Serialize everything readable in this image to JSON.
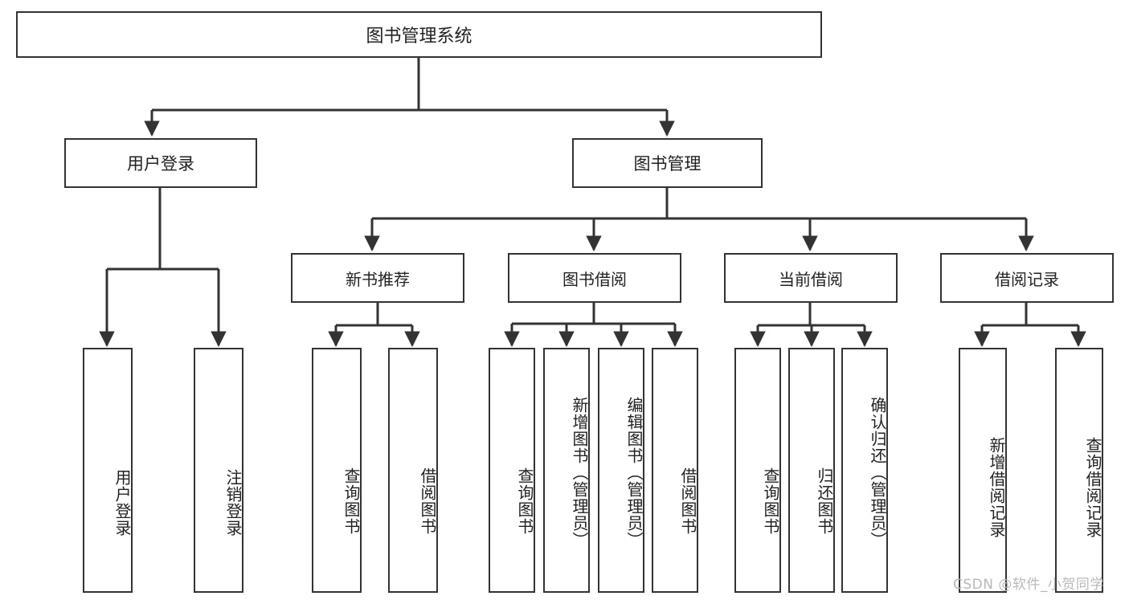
{
  "diagram": {
    "title": "图书管理系统",
    "type": "tree-hierarchy-diagram",
    "watermark": "CSDN @软件_小贺同学",
    "colors": {
      "border": "#333333",
      "background": "#ffffff",
      "text": "#222222",
      "connector": "#333333",
      "watermark": "#b9b9b9"
    },
    "nodes": {
      "root": {
        "label": "图书管理系统"
      },
      "level2": [
        {
          "label": "用户登录"
        },
        {
          "label": "图书管理"
        }
      ],
      "level3": [
        {
          "label": "新书推荐"
        },
        {
          "label": "图书借阅"
        },
        {
          "label": "当前借阅"
        },
        {
          "label": "借阅记录"
        }
      ],
      "leaves": [
        {
          "label": "用户登录",
          "parent": "用户登录"
        },
        {
          "label": "注销登录",
          "parent": "用户登录"
        },
        {
          "label": "查询图书",
          "parent": "新书推荐"
        },
        {
          "label": "借阅图书",
          "parent": "新书推荐"
        },
        {
          "label": "查询图书",
          "parent": "图书借阅"
        },
        {
          "label": "新增图书（管理员）",
          "parent": "图书借阅"
        },
        {
          "label": "编辑图书（管理员）",
          "parent": "图书借阅"
        },
        {
          "label": "借阅图书",
          "parent": "图书借阅"
        },
        {
          "label": "查询图书",
          "parent": "当前借阅"
        },
        {
          "label": "归还图书",
          "parent": "当前借阅"
        },
        {
          "label": "确认归还（管理员）",
          "parent": "当前借阅"
        },
        {
          "label": "新增借阅记录",
          "parent": "借阅记录"
        },
        {
          "label": "查询借阅记录",
          "parent": "借阅记录"
        }
      ]
    }
  }
}
